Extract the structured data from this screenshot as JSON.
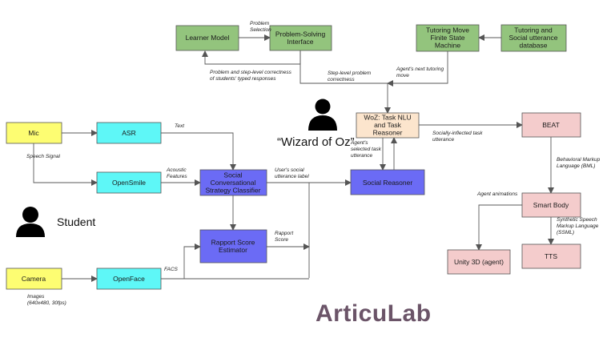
{
  "nodes": {
    "mic": {
      "label": [
        "Mic"
      ]
    },
    "asr": {
      "label": [
        "ASR"
      ]
    },
    "opensmile": {
      "label": [
        "OpenSmile"
      ]
    },
    "camera": {
      "label": [
        "Camera"
      ]
    },
    "openface": {
      "label": [
        "OpenFace"
      ]
    },
    "sscc": {
      "label": [
        "Social",
        "Conversational",
        "Strategy Classifier"
      ]
    },
    "rse": {
      "label": [
        "Rapport Score",
        "Estimator"
      ]
    },
    "social_reasoner": {
      "label": [
        "Social Reasoner"
      ]
    },
    "learner_model": {
      "label": [
        "Learner Model"
      ]
    },
    "psi": {
      "label": [
        "Problem-Solving",
        "Interface"
      ]
    },
    "tmfsm": {
      "label": [
        "Tutoring Move",
        "Finite State",
        "Machine"
      ]
    },
    "tsudb": {
      "label": [
        "Tutoring and",
        "Social utterance",
        "database"
      ]
    },
    "woz": {
      "label": [
        "WoZ: Task NLU",
        "and Task",
        "Reasoner"
      ]
    },
    "beat": {
      "label": [
        "BEAT"
      ]
    },
    "smartbody": {
      "label": [
        "Smart Body"
      ]
    },
    "unity": {
      "label": [
        "Unity 3D (agent)"
      ]
    },
    "tts": {
      "label": [
        "TTS"
      ]
    }
  },
  "edge_labels": {
    "text": [
      "Text"
    ],
    "speech_signal": [
      "Speech Signal"
    ],
    "acoustic": [
      "Acoustic",
      "Features"
    ],
    "users_social": [
      "User's social",
      "utterance label"
    ],
    "rapport_score": [
      "Rapport",
      "Score"
    ],
    "facs": [
      "FACS"
    ],
    "images": [
      "Images",
      "(640x480, 30fps)"
    ],
    "problem_selection": [
      "Problem",
      "Selection"
    ],
    "problem_step": [
      "Problem and step-level correctness",
      "of students' typed responses"
    ],
    "step_level": [
      "Step-level problem",
      "correctness"
    ],
    "agents_next": [
      "Agent's next tutoring",
      "move"
    ],
    "agents_selected": [
      "Agent's",
      "selected task",
      "utterance"
    ],
    "socially_inflected": [
      "Socially-inflected task",
      "utterance"
    ],
    "bml": [
      "Behavioral Markup",
      "Language (BML)"
    ],
    "agent_animations": [
      "Agent animations"
    ],
    "ssml": [
      "Synthetic Speech",
      "Markup Language",
      "(SSML)"
    ]
  },
  "labels": {
    "wizard": "“Wizard of Oz”",
    "student": "Student",
    "logo_a": "Articu",
    "logo_b": "Lab"
  },
  "colors": {
    "yellow": "#fdfd72",
    "cyan": "#5ef7f7",
    "purple": "#6b6bf5",
    "green": "#93c47d",
    "peach": "#fce5cd",
    "pink": "#f4cccc",
    "logo": "#6b5468",
    "line": "#595959"
  }
}
